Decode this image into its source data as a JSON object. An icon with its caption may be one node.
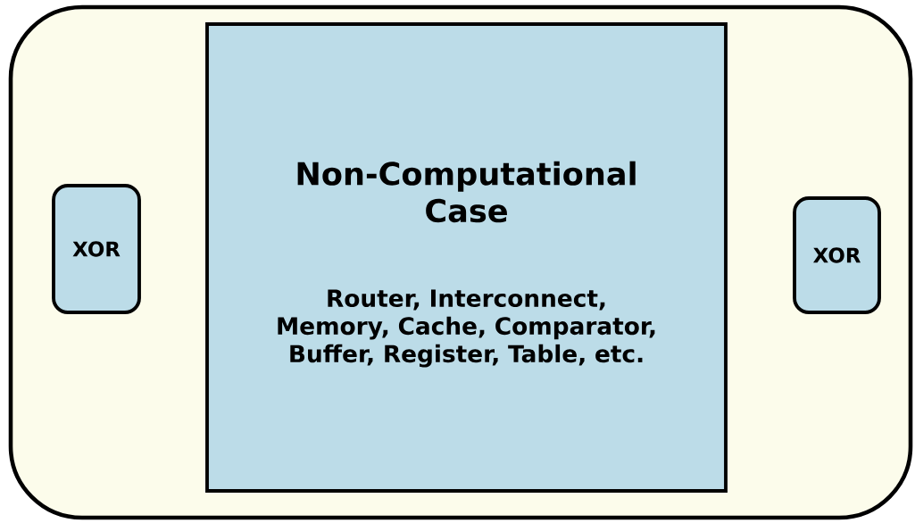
{
  "diagram": {
    "nodes": [
      {
        "text": [],
        "shape": "box"
      },
      {
        "text": [
          "Non-Computational Case",
          "Router, Interconnect, Memory, Cache, Comparator, Buffer, Register, Table, etc."
        ],
        "in": 0
      },
      {
        "text": [
          "XOR"
        ],
        "in": 0
      },
      {
        "text": [
          "XOR"
        ],
        "in": 0
      }
    ]
  }
}
